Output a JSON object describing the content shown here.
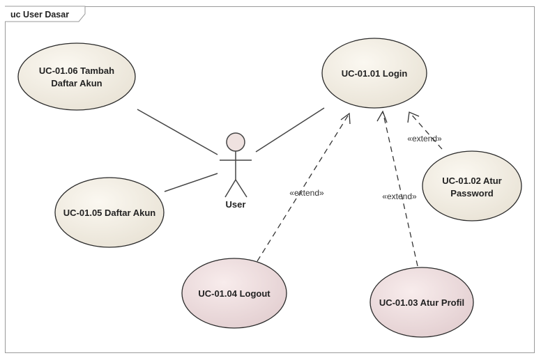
{
  "frame": {
    "title": "uc User Dasar"
  },
  "actor": {
    "name": "User"
  },
  "use_cases": {
    "uc0106": {
      "line1": "UC-01.06 Tambah",
      "line2": "Daftar Akun"
    },
    "uc0101": {
      "label": "UC-01.01 Login"
    },
    "uc0105": {
      "label": "UC-01.05 Daftar Akun"
    },
    "uc0102": {
      "line1": "UC-01.02 Atur",
      "line2": "Password"
    },
    "uc0104": {
      "label": "UC-01.04 Logout"
    },
    "uc0103": {
      "label": "UC-01.03 Atur Profil"
    }
  },
  "relations": {
    "extend_logout": "«extend»",
    "extend_profil": "«extend»",
    "extend_password": "«extend»"
  },
  "colors": {
    "usecase_fill_light": "#f3ede2",
    "usecase_fill_pink": "#efdcdc",
    "stroke": "#2a2a2a"
  }
}
